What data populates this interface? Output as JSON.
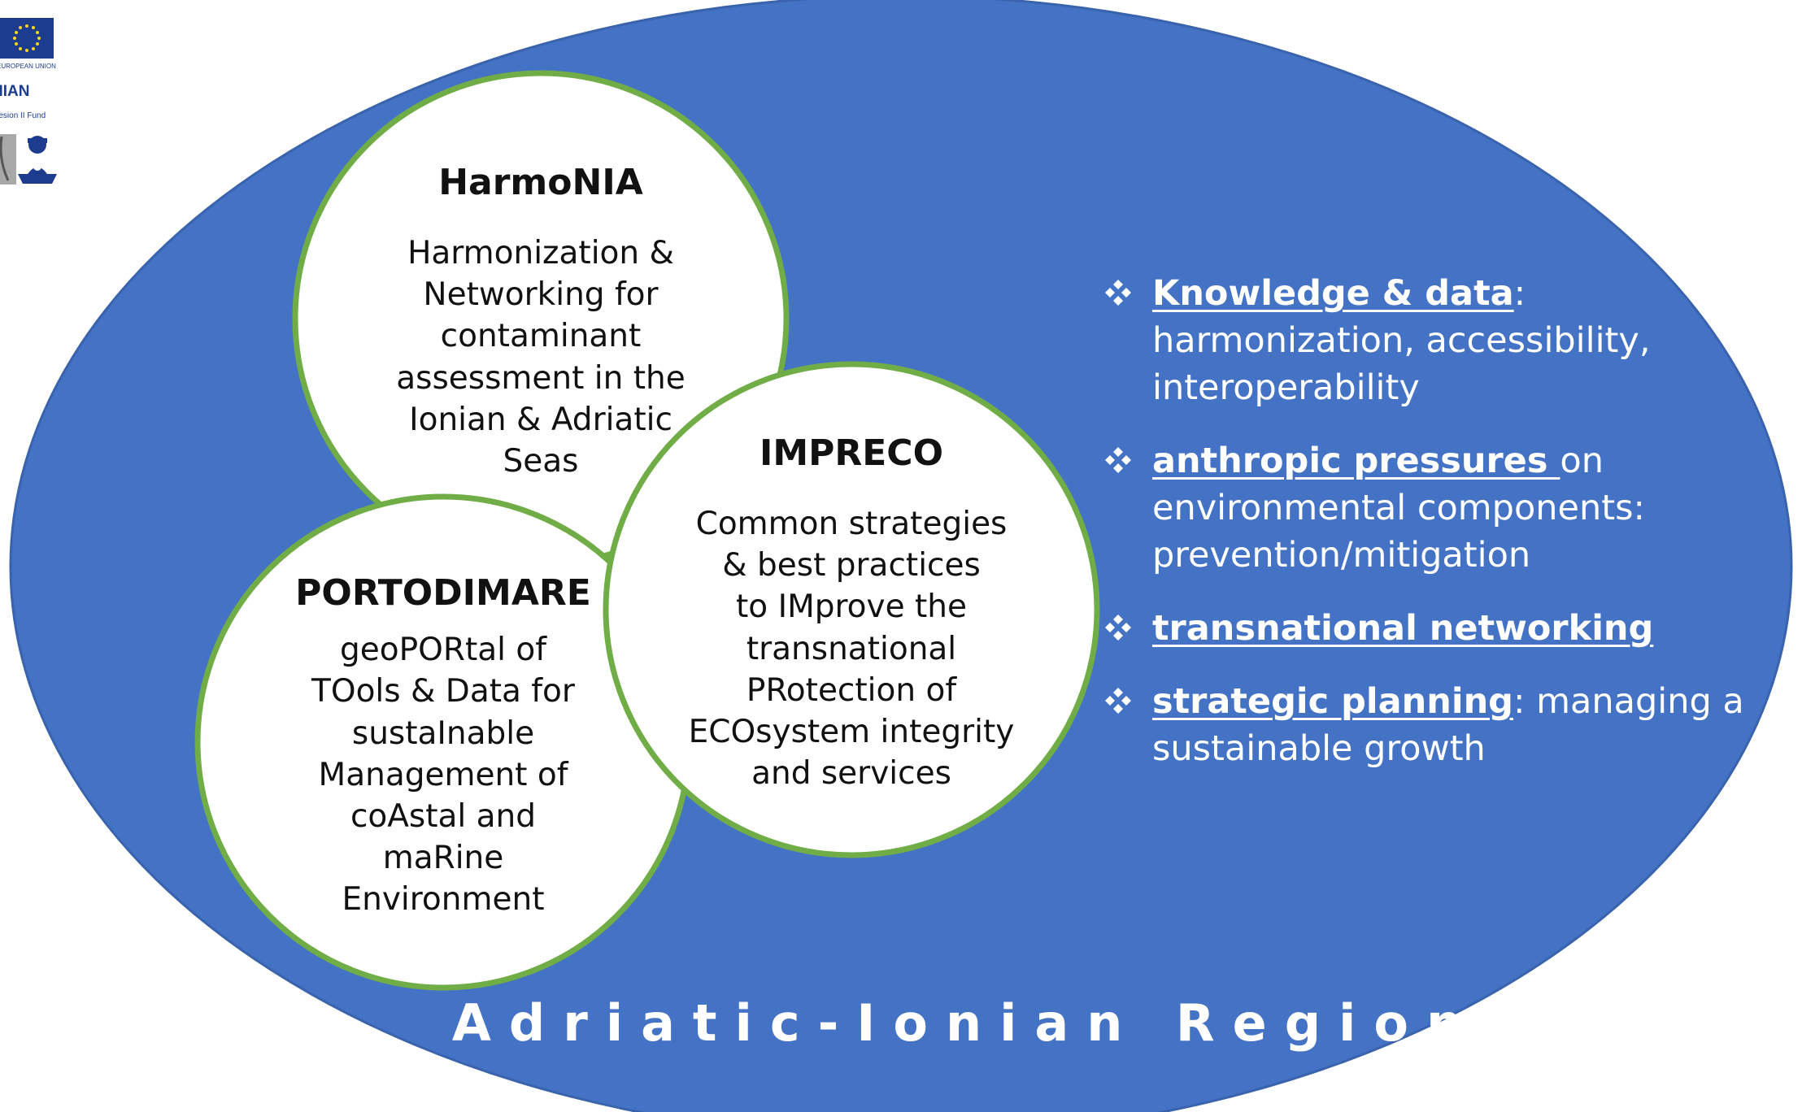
{
  "region": {
    "label": "Adriatic-Ionian Region",
    "fill_color": "#4472C4"
  },
  "logos": {
    "eu_caption": "EUROPEAN UNION",
    "program_name": "IONIAN",
    "fund_caption": "Cohesion II Fund"
  },
  "projects": {
    "harmonia": {
      "title": "HarmoNIA",
      "lines": [
        "Harmonization &",
        "Networking for",
        "contaminant",
        "assessment in the",
        "Ionian & Adriatic",
        "Seas"
      ]
    },
    "impreco": {
      "title": "IMPRECO",
      "lines": [
        "Common strategies",
        "& best practices",
        "to IMprove the",
        "transnational",
        "PRotection of",
        "ECOsystem integrity",
        "and services"
      ]
    },
    "portodimare": {
      "title": "PORTODIMARE",
      "lines": [
        "geoPORtal of",
        "TOols & Data for",
        "sustaInable",
        "Management of",
        "coAstal and",
        "maRine",
        "Environment"
      ]
    },
    "circle_fill": "#FFFFFF",
    "circle_border": "#70AD47"
  },
  "bullets": [
    {
      "key": "Knowledge & data",
      "rest": ": harmonization, accessibility, interoperability"
    },
    {
      "key": "anthropic pressures ",
      "rest": "on environmental components: prevention/mitigation"
    },
    {
      "key": "transnational networking",
      "rest": ""
    },
    {
      "key": "strategic planning",
      "rest": ": managing a sustainable growth"
    }
  ]
}
